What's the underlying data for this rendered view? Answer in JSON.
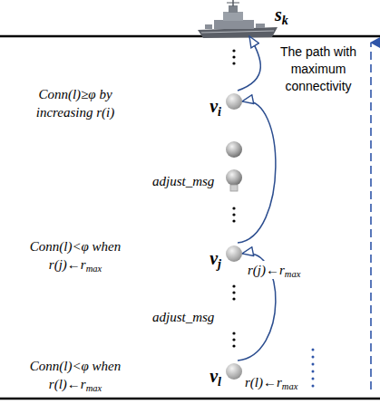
{
  "diagram": {
    "nodes": [
      {
        "text": [
          "sk"
        ]
      },
      {
        "text": [
          "vi"
        ]
      },
      {
        "text": [
          "vj"
        ]
      },
      {
        "text": [
          "vl"
        ]
      }
    ],
    "edges": [
      {
        "from": 3,
        "to": 2,
        "arrow": "to",
        "label": "adjust_msg"
      },
      {
        "from": 2,
        "to": 1,
        "arrow": "to",
        "label": "adjust_msg"
      },
      {
        "from": 1,
        "to": 0,
        "arrow": "to"
      }
    ],
    "labels": [
      "Conn(l)≥φ by increasing r(i)",
      "Conn(l)<φ when r(j)←rmax",
      "Conn(l)<φ when r(l)←rmax",
      "r(j)←rmax",
      "r(l)←rmax",
      "The path with maximum connectivity"
    ]
  }
}
